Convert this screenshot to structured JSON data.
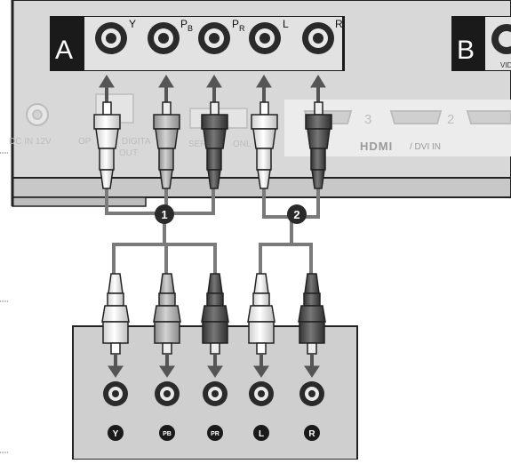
{
  "panel_a": {
    "letter": "A",
    "jacks": [
      {
        "label": "Y",
        "sub": ""
      },
      {
        "label": "P",
        "sub": "B"
      },
      {
        "label": "P",
        "sub": "R"
      },
      {
        "label": "L",
        "sub": ""
      },
      {
        "label": "R",
        "sub": ""
      }
    ]
  },
  "panel_b": {
    "letter": "B",
    "partial_label": "VID"
  },
  "tv_rear": {
    "dc_in": "DC IN 12V",
    "optical_left": "OP",
    "optical_right": "DIGITA",
    "optical_out": "OUT",
    "service_label": "SER",
    "service_suffix": "ONL",
    "hdmi_ports": [
      "3",
      "2"
    ],
    "hdmi_logo": "HDMI",
    "hdmi_suffix": "/ DVI IN"
  },
  "cable_groups": [
    {
      "number": "1"
    },
    {
      "number": "2"
    }
  ],
  "device_jacks": [
    "Y",
    "PB",
    "PR",
    "L",
    "R"
  ],
  "colors": {
    "panel": "#d9d9d9",
    "label_box": "#1a1a1a",
    "cable": "#777777",
    "plug_white": "#ffffff",
    "plug_gray": "#bdbdbd",
    "plug_dark": "#555555",
    "device": "#cfcfcf"
  }
}
